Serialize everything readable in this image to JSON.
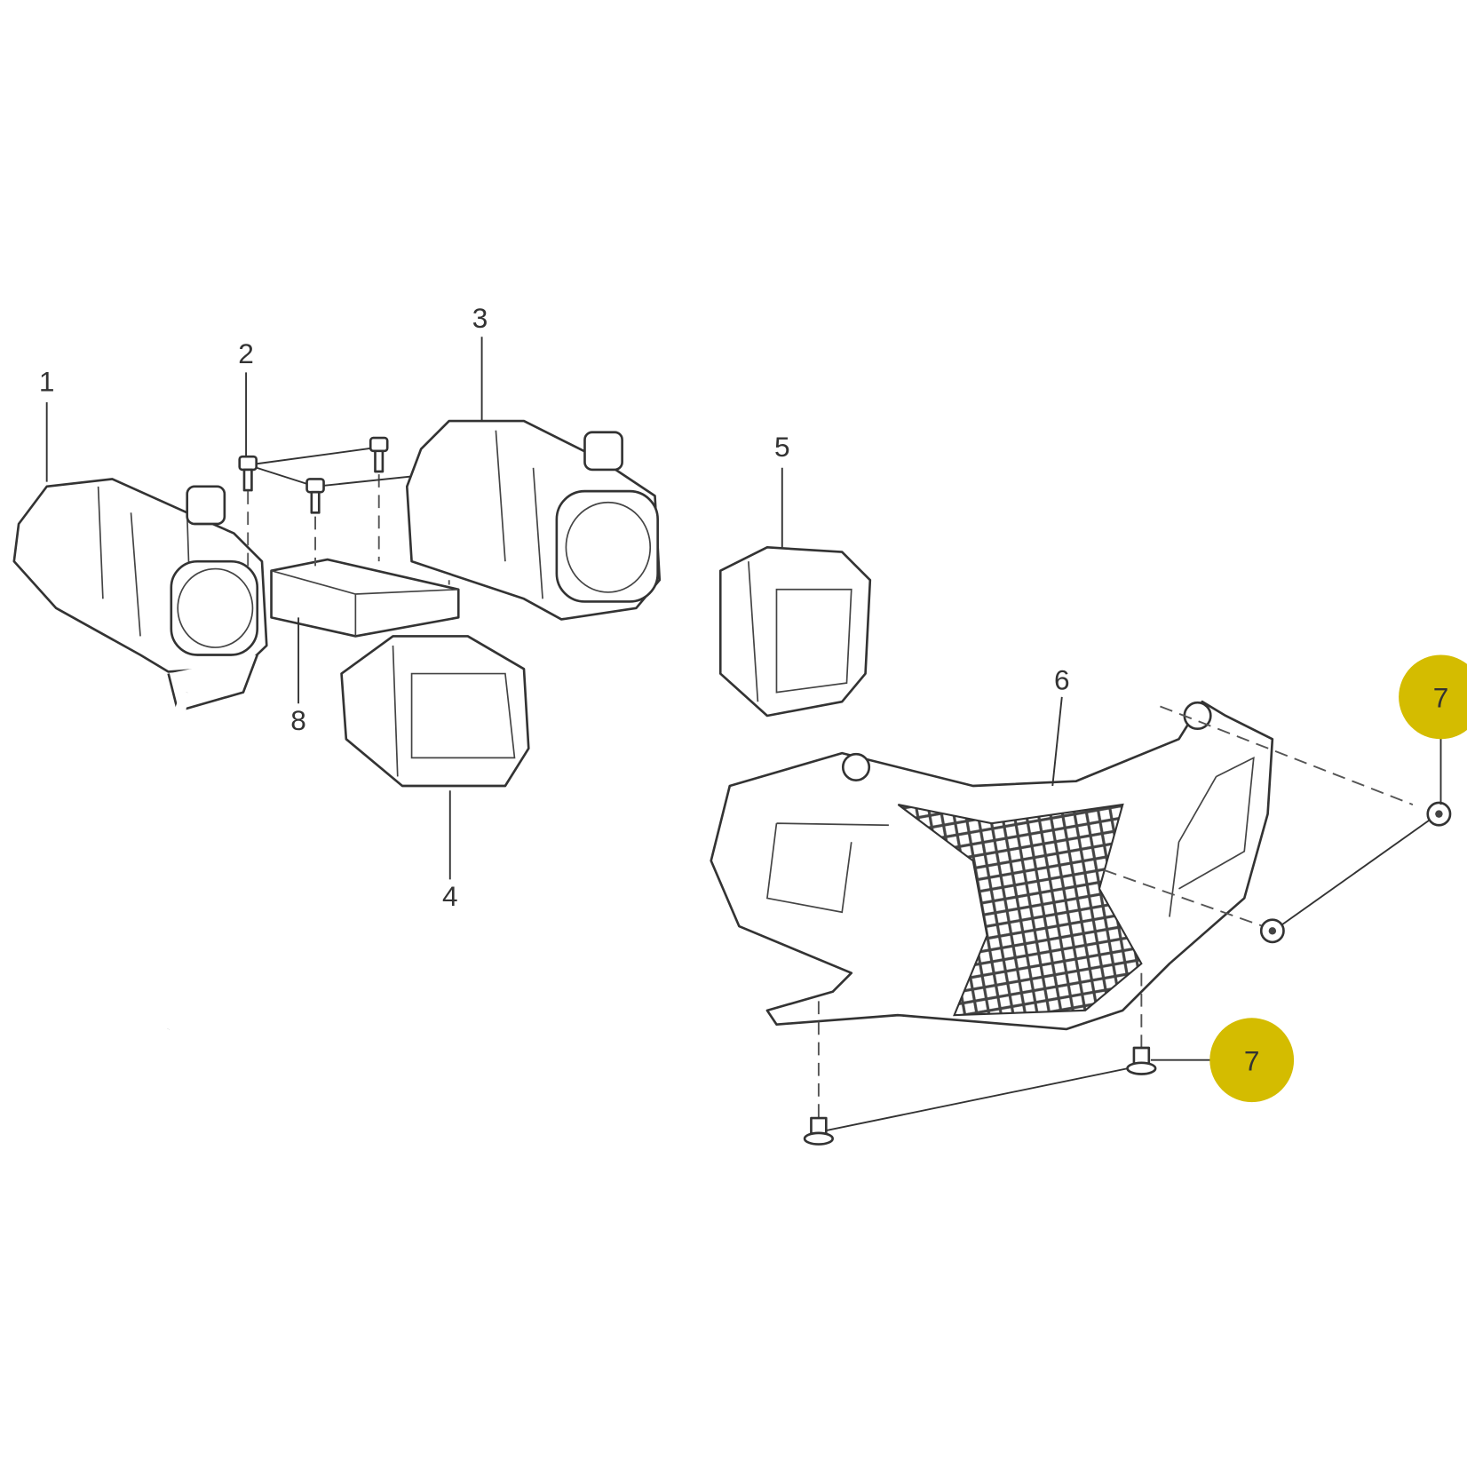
{
  "diagram": {
    "labels": {
      "p1": "1",
      "p2": "2",
      "p3": "3",
      "p4": "4",
      "p5": "5",
      "p6": "6",
      "p7a": "7",
      "p7b": "7",
      "p8": "8"
    },
    "highlight_color": "#d4bc00"
  }
}
